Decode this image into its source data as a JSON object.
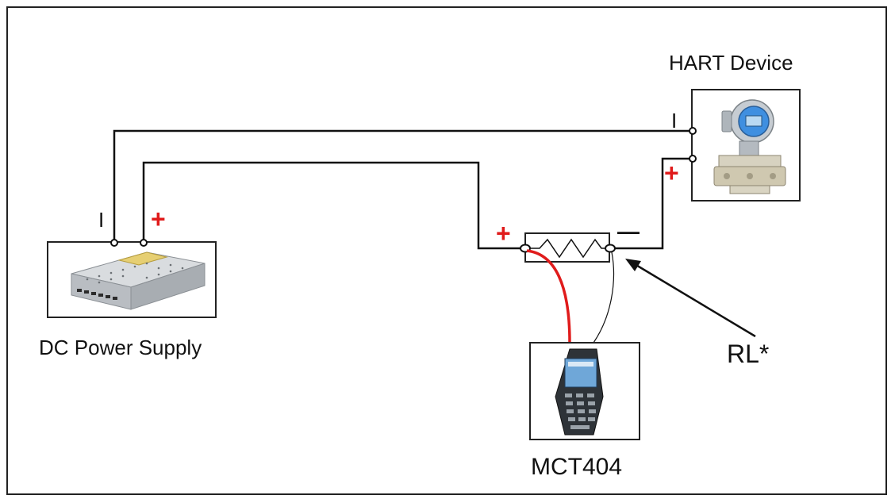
{
  "labels": {
    "power_supply": "DC Power Supply",
    "hart_device": "HART Device",
    "communicator": "MCT404",
    "resistor": "RL*"
  },
  "terminals": {
    "ps_negative": "I",
    "ps_positive": "+",
    "hart_negative": "I",
    "hart_positive": "+",
    "resistor_positive": "+",
    "resistor_negative": "—"
  },
  "colors": {
    "wire": "#111111",
    "positive_lead": "#e01b1b",
    "frame": "#222222"
  },
  "icons": [
    "power-supply-icon",
    "transmitter-icon",
    "handheld-communicator-icon",
    "resistor-icon",
    "arrow-icon"
  ]
}
